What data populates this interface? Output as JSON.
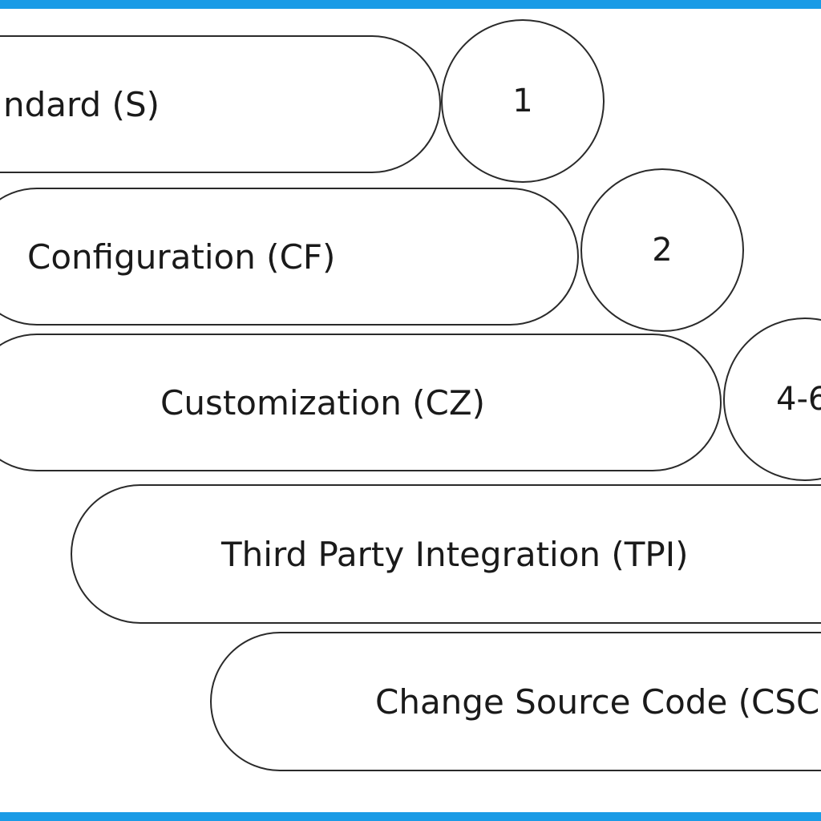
{
  "colors": {
    "frame": "#1a9be6",
    "stroke": "#2a2a2a",
    "text": "#1a1a1a",
    "background": "#ffffff"
  },
  "levels": [
    {
      "label": "ndard (S)"
    },
    {
      "label": "Configuration (CF)"
    },
    {
      "label": "Customization (CZ)"
    },
    {
      "label": "Third Party Integration (TPI)"
    },
    {
      "label": "Change Source Code (CSC"
    }
  ],
  "markers": [
    {
      "label": "1"
    },
    {
      "label": "2"
    },
    {
      "label": "4-6"
    }
  ]
}
